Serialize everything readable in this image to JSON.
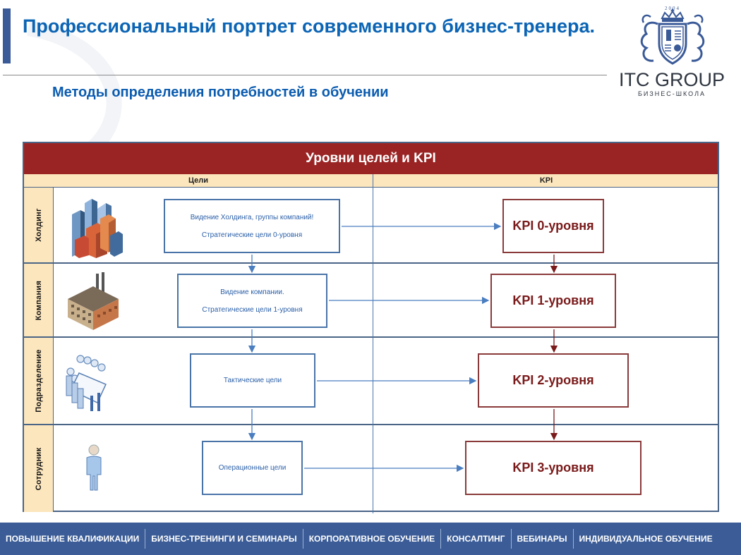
{
  "header": {
    "title": "Профессиональный портрет современного бизнес-тренера.",
    "subtitle": "Методы определения потребностей в обучении"
  },
  "logo": {
    "year": "2004",
    "name": "ITC GROUP",
    "tagline": "БИЗНЕС-ШКОЛА"
  },
  "diagram": {
    "title": "Уровни целей и KPI",
    "columns": [
      "Цели",
      "KPI"
    ],
    "lanes": [
      {
        "label": "Холдинг",
        "icon": "city-buildings-icon",
        "goal_lines": [
          "Видение Холдинга, группы компаний!",
          "Стратегические цели 0-уровня"
        ],
        "kpi": "KPI 0-уровня"
      },
      {
        "label": "Компания",
        "icon": "factory-icon",
        "goal_lines": [
          "Видение компании.",
          "Стратегические цели 1-уровня"
        ],
        "kpi": "KPI 1-уровня"
      },
      {
        "label": "Подразделение",
        "icon": "meeting-table-icon",
        "goal_lines": [
          "Тактические цели"
        ],
        "kpi": "KPI 2-уровня"
      },
      {
        "label": "Сотрудник",
        "icon": "person-icon",
        "goal_lines": [
          "Операционные цели"
        ],
        "kpi": "KPI 3-уровня"
      }
    ],
    "colors": {
      "header_bg": "#9a2424",
      "lane_label_bg": "#fce6bd",
      "goal_border": "#4a74a8",
      "kpi_border": "#8a3a3a",
      "kpi_text": "#7a1a1a"
    }
  },
  "footer": {
    "items": [
      "ПОВЫШЕНИЕ КВАЛИФИКАЦИИ",
      "БИЗНЕС-ТРЕНИНГИ И СЕМИНАРЫ",
      "КОРПОРАТИВНОЕ ОБУЧЕНИЕ",
      "КОНСАЛТИНГ",
      "ВЕБИНАРЫ",
      "ИНДИВИДУАЛЬНОЕ ОБУЧЕНИЕ"
    ],
    "bg": "#3b5c97"
  }
}
